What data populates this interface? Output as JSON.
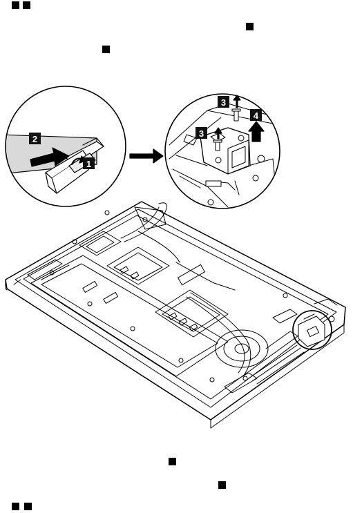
{
  "callouts": {
    "step1": "1",
    "step2": "2",
    "step3a": "3",
    "step3b": "3",
    "step4": "4"
  },
  "colors": {
    "line": "#000000",
    "paper": "#ffffff",
    "cable": "#d9d9d9"
  }
}
